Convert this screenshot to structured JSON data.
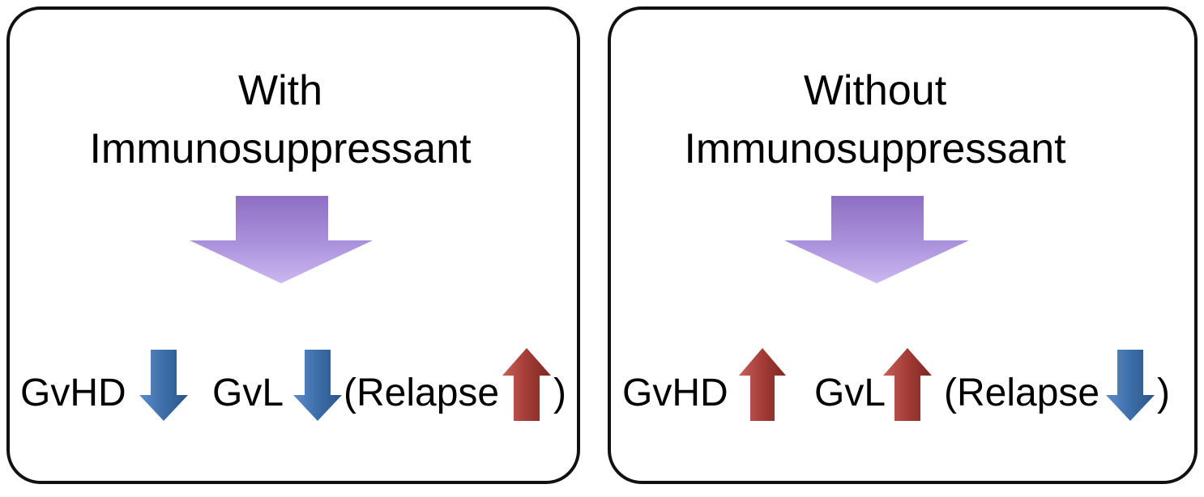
{
  "panels": [
    {
      "title_line1": "With",
      "title_line2": "Immunosuppressant",
      "gvhd": "GvHD",
      "gvhd_direction": "down",
      "gvl": "GvL",
      "gvl_direction": "down",
      "relapse": "(Relapse",
      "relapse_direction": "up",
      "close_paren": ")"
    },
    {
      "title_line1": "Without",
      "title_line2": "Immunosuppressant",
      "gvhd": "GvHD",
      "gvhd_direction": "up",
      "gvl": "GvL",
      "gvl_direction": "up",
      "relapse": "(Relapse",
      "relapse_direction": "down",
      "close_paren": ")"
    }
  ],
  "colors": {
    "big_arrow": "#a58bd6",
    "down_arrow": "#3d6ea8",
    "up_arrow": "#a33b36"
  }
}
